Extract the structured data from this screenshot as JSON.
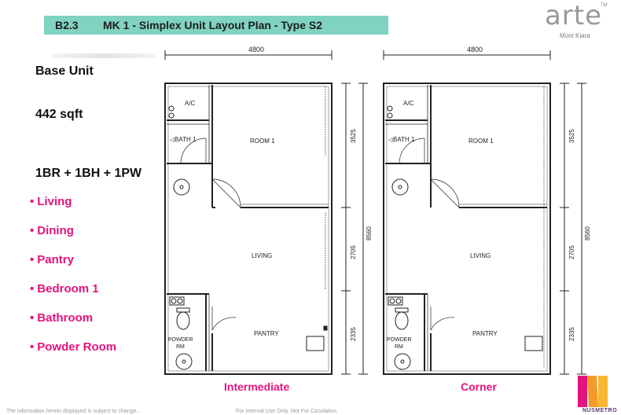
{
  "header": {
    "code": "B2.3",
    "title": "MK 1 - Simplex Unit Layout Plan - Type S2"
  },
  "logo": {
    "word": "arte",
    "tm": "TM",
    "subtitle": "Mont Kiara"
  },
  "unit": {
    "name": "Base Unit",
    "area": "442 sqft",
    "config": "1BR + 1BH + 1PW"
  },
  "features": [
    "Living",
    "Dining",
    "Pantry",
    "Bedroom 1",
    "Bathroom",
    "Powder Room"
  ],
  "plans": {
    "width_dim": "4800",
    "total_dim": "8560",
    "dims": [
      "3525",
      "2705",
      "2335"
    ],
    "rooms": {
      "ac": "A/C",
      "bath": "BATH 1",
      "room": "ROOM 1",
      "living": "LIVING",
      "pantry": "PANTRY",
      "powder_1": "POWDER",
      "powder_2": "RM"
    },
    "captions": [
      "Intermediate",
      "Corner"
    ]
  },
  "footer": {
    "disclaimer": "The information herein displayed is subject to change...",
    "notice": "For Internal Use Only. Not For Circulation",
    "brand": "NUSMETRO"
  },
  "colors": {
    "header_bar": "#7fd3c0",
    "accent": "#e5137d",
    "brand": "#5a3a6e"
  }
}
